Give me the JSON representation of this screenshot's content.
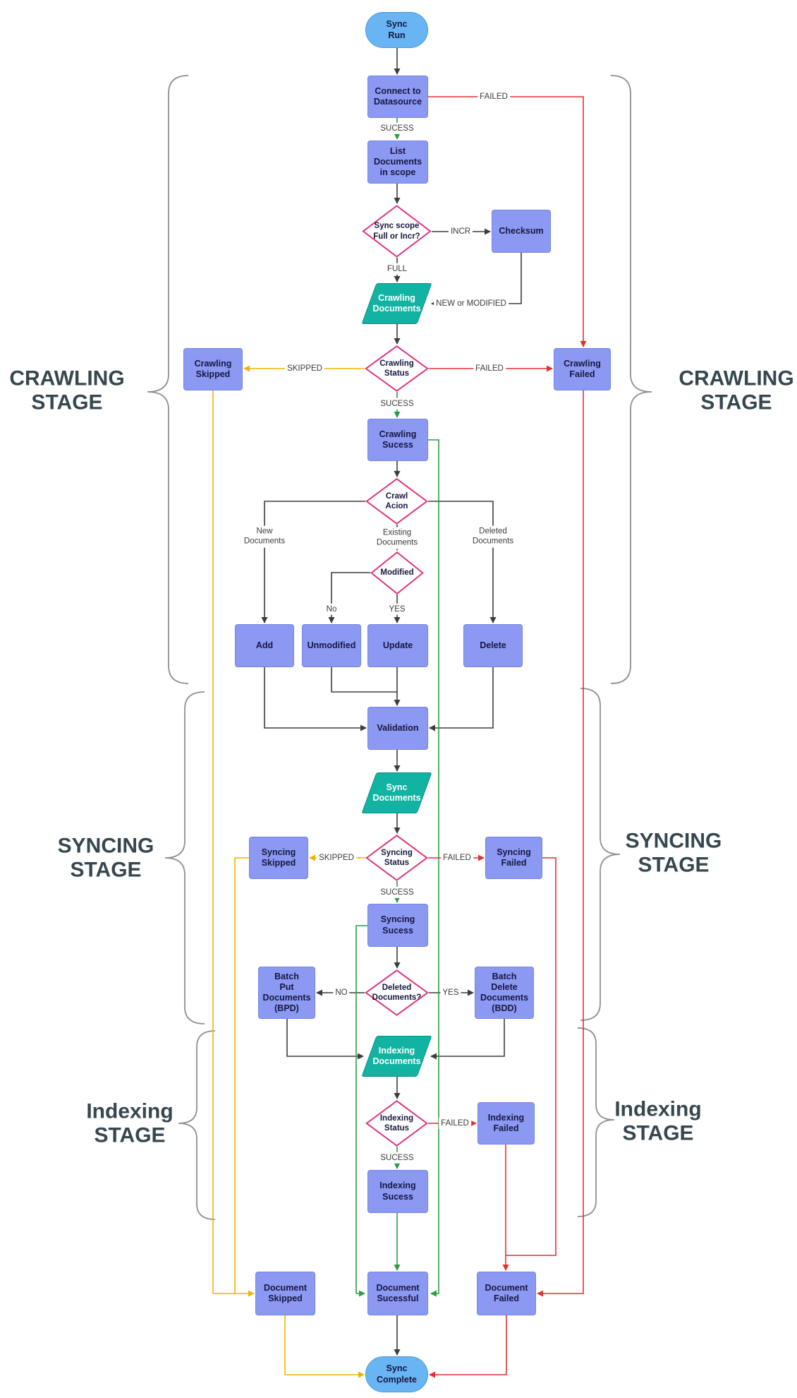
{
  "colors": {
    "canvas_bg": "#ffffff",
    "node_purple_fill": "#8c99f2",
    "node_purple_stroke": "#7583e6",
    "node_text_dark": "#16163f",
    "teal_fill": "#12b3a2",
    "teal_stroke": "#0b8e81",
    "teal_text": "#ffffff",
    "terminal_fill": "#69b5f3",
    "terminal_stroke": "#4a98d8",
    "diamond_fill": "#ffffff",
    "diamond_stroke": "#e0317e",
    "edge_dark": "#3d3d3d",
    "edge_green": "#2e9b46",
    "edge_red": "#e03131",
    "edge_yellow": "#f0b400",
    "edge_label_text": "#3a3a3a",
    "stage_text": "#37474f",
    "brace_stroke": "#909090"
  },
  "stages": {
    "crawling": "CRAWLING\nSTAGE",
    "syncing": "SYNCING\nSTAGE",
    "indexing": "Indexing\nSTAGE"
  },
  "nodes": {
    "sync_run": "Sync\nRun",
    "connect_datasource": "Connect to\nDatasource",
    "list_documents": "List\nDocuments\nin scope",
    "sync_scope": "Sync scope\nFull or Incr?",
    "checksum": "Checksum",
    "crawling_documents": "Crawling\nDocuments",
    "crawling_status": "Crawling\nStatus",
    "crawling_skipped": "Crawling\nSkipped",
    "crawling_failed": "Crawling\nFailed",
    "crawling_sucess": "Crawling\nSucess",
    "crawl_acion": "Crawl\nAcion",
    "modified": "Modified",
    "add": "Add",
    "unmodified": "Unmodified",
    "update": "Update",
    "delete": "Delete",
    "validation": "Validation",
    "sync_documents": "Sync\nDocuments",
    "syncing_status": "Syncing\nStatus",
    "syncing_skipped": "Syncing\nSkipped",
    "syncing_failed": "Syncing\nFailed",
    "syncing_sucess": "Syncing\nSucess",
    "deleted_documents": "Deleted\nDocuments?",
    "batch_put": "Batch\nPut\nDocuments\n(BPD)",
    "batch_delete": "Batch\nDelete\nDocuments\n(BDD)",
    "indexing_documents": "Indexing\nDocuments",
    "indexing_status": "Indexing\nStatus",
    "indexing_failed": "Indexing\nFailed",
    "indexing_sucess": "Indexing\nSucess",
    "document_skipped": "Document\nSkipped",
    "document_sucessful": "Document\nSucessful",
    "document_failed": "Document\nFailed",
    "sync_complete": "Sync\nComplete"
  },
  "edge_labels": {
    "connect_failed": "FAILED",
    "connect_sucess": "SUCESS",
    "incr": "INCR",
    "full": "FULL",
    "new_or_modified": "NEW or MODIFIED",
    "crawling_skipped": "SKIPPED",
    "crawling_failed": "FAILED",
    "crawling_sucess": "SUCESS",
    "new_documents": "New\nDocuments",
    "existing_documents": "Existing\nDocuments",
    "deleted_documents": "Deleted\nDocuments",
    "modified_no": "No",
    "modified_yes": "YES",
    "syncing_skipped": "SKIPPED",
    "syncing_failed": "FAILED",
    "syncing_sucess": "SUCESS",
    "deleted_no": "NO",
    "deleted_yes": "YES",
    "indexing_failed": "FAILED",
    "indexing_sucess": "SUCESS"
  }
}
